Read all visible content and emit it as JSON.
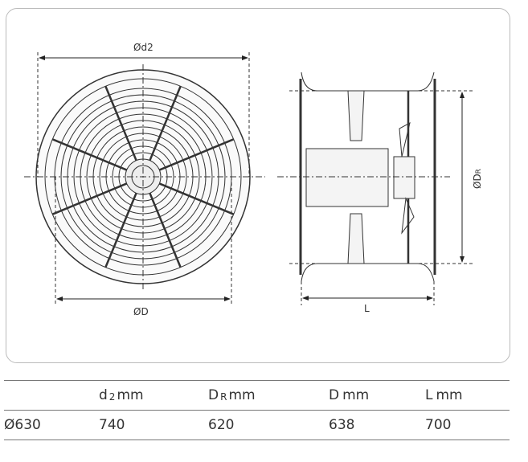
{
  "drawing": {
    "label_d2": "Ød2",
    "label_D": "ØD",
    "label_L": "L",
    "label_DR": "ØD",
    "label_DR_sub": "R"
  },
  "table": {
    "headers": [
      {
        "main": "",
        "sub": "",
        "unit": ""
      },
      {
        "main": "d",
        "sub": "2",
        "unit": "mm"
      },
      {
        "main": "D",
        "sub": "R",
        "unit": "mm"
      },
      {
        "main": "D",
        "sub": "",
        "unit": "mm"
      },
      {
        "main": "L",
        "sub": "",
        "unit": "mm"
      }
    ],
    "rows": [
      [
        "Ø630",
        "740",
        "620",
        "638",
        "700"
      ]
    ]
  }
}
